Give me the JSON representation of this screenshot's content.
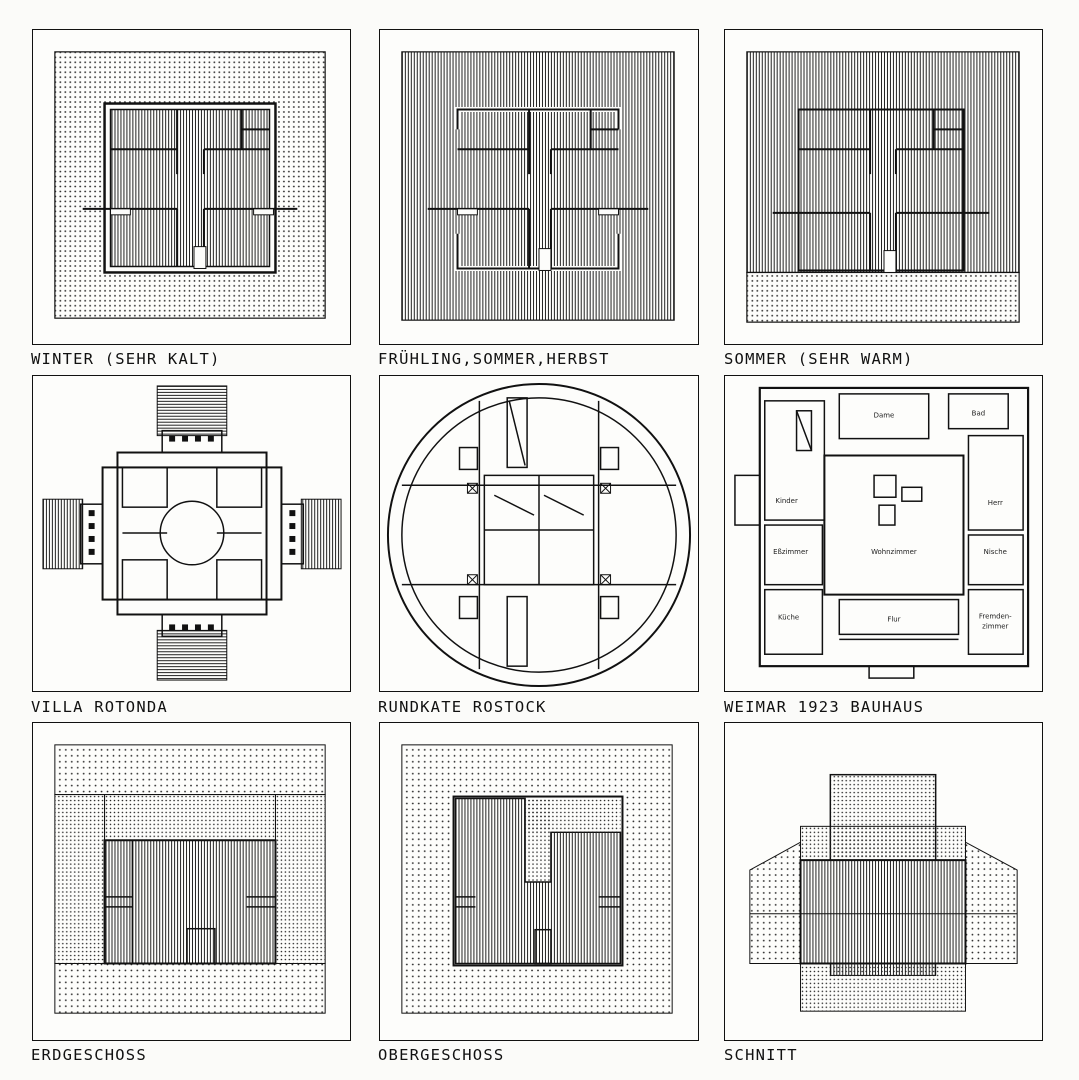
{
  "panels": [
    {
      "caption": "WINTER (SEHR KALT)"
    },
    {
      "caption": "FRÜHLING,SOMMER,HERBST"
    },
    {
      "caption": "SOMMER (SEHR WARM)"
    },
    {
      "caption": "VILLA ROTONDA"
    },
    {
      "caption": "RUNDKATE ROSTOCK"
    },
    {
      "caption": "WEIMAR 1923 BAUHAUS"
    },
    {
      "caption": "ERDGESCHOSS"
    },
    {
      "caption": "OBERGESCHOSS"
    },
    {
      "caption": "SCHNITT"
    }
  ],
  "bauhaus_rooms": {
    "dame": "Dame",
    "bad": "Bad",
    "kinder": "Kinder",
    "herr": "Herr",
    "esszimmer": "Eßzimmer",
    "wohnzimmer": "Wohnzimmer",
    "nische": "Nische",
    "kueche": "Küche",
    "flur": "Flur",
    "fremdenzimmer_1": "Fremden-",
    "fremdenzimmer_2": "zimmer"
  },
  "colors": {
    "ink": "#111111",
    "paper": "#fdfdfb"
  }
}
